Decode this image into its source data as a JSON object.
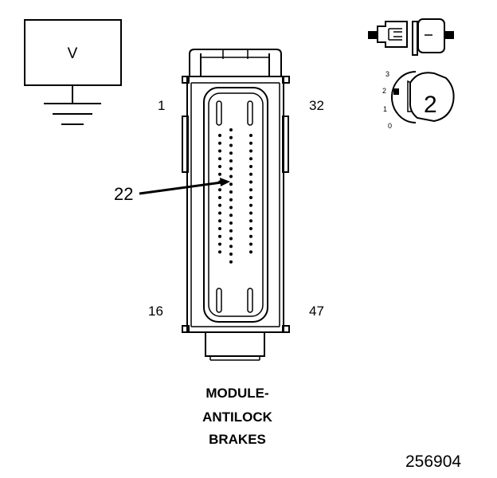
{
  "meter": {
    "label": "V"
  },
  "connector": {
    "pin_labels": {
      "top_left": "1",
      "top_right": "32",
      "bottom_left": "16",
      "bottom_right": "47"
    },
    "callout": "22",
    "title_lines": [
      "MODULE-",
      "ANTILOCK",
      "BRAKES"
    ]
  },
  "probe": {
    "scale_labels": [
      "3",
      "2",
      "1",
      "0"
    ],
    "number": "2"
  },
  "figure_id": "256904"
}
